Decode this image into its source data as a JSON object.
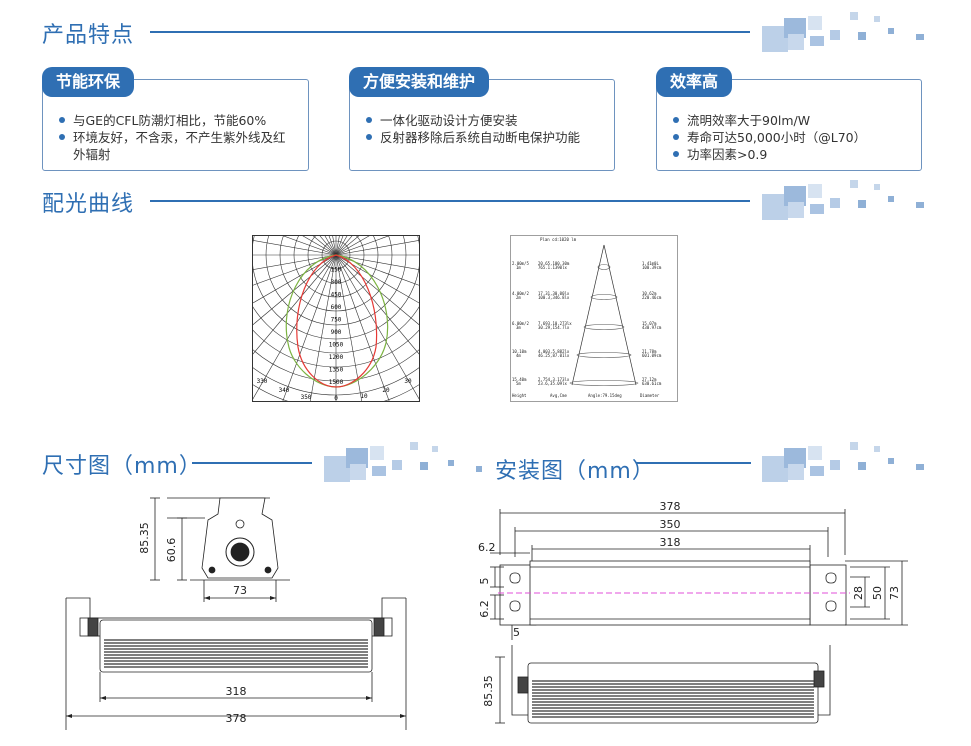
{
  "sections": {
    "features": "产品特点",
    "curve": "配光曲线",
    "dimension": "尺寸图（mm）",
    "install": "安装图（mm）"
  },
  "cards": [
    {
      "title": "节能环保",
      "items": [
        "与GE的CFL防潮灯相比，节能60%",
        "环境友好，不含汞，不产生紫外线及红外辐射"
      ]
    },
    {
      "title": "方便安装和维护",
      "items": [
        "一体化驱动设计方便安装",
        "反射器移除后系统自动断电保护功能"
      ]
    },
    {
      "title": "效率高",
      "items": [
        "流明效率大于90lm/W",
        "寿命可达50,000小时（@L70）",
        "功率因素>0.9"
      ]
    }
  ],
  "polar": {
    "radial_labels": [
      "150",
      "300",
      "450",
      "600",
      "750",
      "900",
      "1050",
      "1200",
      "1350",
      "1500"
    ],
    "angle_labels": [
      "330",
      "340",
      "350",
      "0",
      "10",
      "20",
      "30"
    ]
  },
  "cone": {
    "header": "Plan cd:1020 lm",
    "rows": [
      {
        "left1": "2.00m/5",
        "left2": "1m",
        "mid1": "20.65,100.30m",
        "mid2": "765.1.1390lx",
        "right1": "1.41m0L",
        "right2": "100.39cm"
      },
      {
        "left1": "4.00m/2",
        "left2": "2m",
        "mid1": "17.31,30.00lx",
        "mid2": "100.3,346.8lx",
        "right1": "10.62m",
        "right2": "220.46cm"
      },
      {
        "left1": "6.00m/2",
        "left2": "3m",
        "mid1": "7.693,10.273lx",
        "mid2": "30.29,154.7lx",
        "right1": "15.07m",
        "right2": "430.97cm"
      },
      {
        "left1": "10.10m",
        "left2": "4m",
        "mid1": "4.003,5.882lx",
        "mid2": "46.25,87.01lx",
        "right1": "21.78m",
        "right2": "601.09cm"
      },
      {
        "left1": "15.40m",
        "left2": "5m",
        "mid1": "2.754,3.173lx",
        "mid2": "23.6,35.09lx",
        "right1": "27.12m",
        "right2": "630.61cm"
      }
    ],
    "footer": [
      "Height",
      "Avg,Cme",
      "Angle:79.15deg",
      "Diameter"
    ]
  },
  "dimension": {
    "side_height": "85.35",
    "side_inner": "60.6",
    "side_width": "73",
    "len_inner": "318",
    "len_outer": "378"
  },
  "install": {
    "top_outer": "378",
    "top_mid": "350",
    "top_inner": "318",
    "left_offset": "6.2",
    "hole_gap": "5",
    "hole_offset": "6.2",
    "hole_bottom": "5",
    "right_28": "28",
    "right_50": "50",
    "right_73": "73",
    "side_height": "85.35"
  },
  "colors": {
    "accent": "#2f6fb3",
    "pixel_light": "#c5d6ea",
    "pixel_mid": "#8fb0d6"
  }
}
